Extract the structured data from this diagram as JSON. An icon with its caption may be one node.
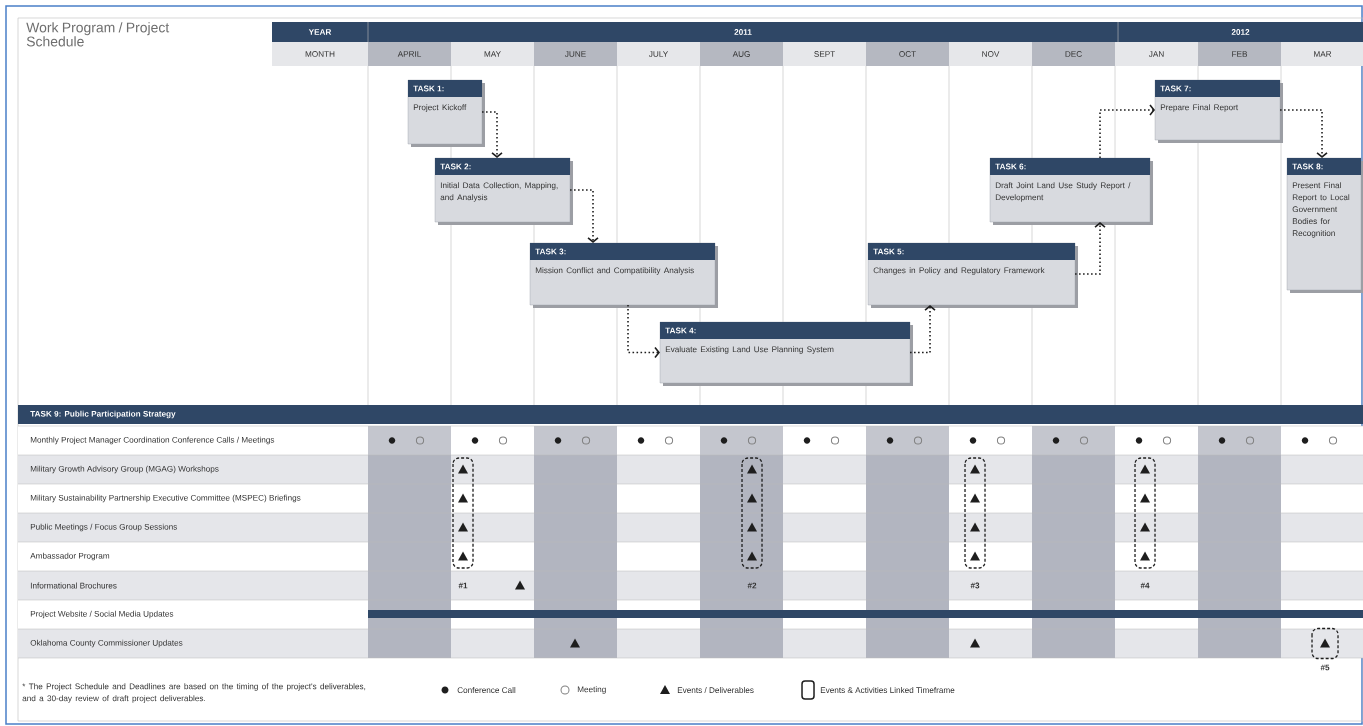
{
  "diagram": {
    "title": "Work Program / Project Schedule",
    "nodes": [
      {
        "text": [
          "TASK 1:",
          "Project Kickoff"
        ]
      },
      {
        "text": [
          "TASK 2:",
          "Initial Data Collection, Mapping, and Analysis"
        ]
      },
      {
        "text": [
          "TASK 3:",
          "Mission Conflict and Compatibility Analysis"
        ]
      },
      {
        "text": [
          "TASK 4:",
          "Evaluate Existing Land Use Planning System"
        ]
      },
      {
        "text": [
          "TASK 5:",
          "Changes in Policy and Regulatory Framework"
        ]
      },
      {
        "text": [
          "TASK 6:",
          "Draft Joint Land Use Study Report / Development"
        ]
      },
      {
        "text": [
          "TASK 7:",
          "Prepare Final Report"
        ]
      },
      {
        "text": [
          "TASK 8:",
          "Present Final Report to Local Government Bodies for Recognition"
        ]
      }
    ],
    "edges": [
      {
        "from": 0,
        "to": 1,
        "arrow": "to",
        "style": "dashed"
      },
      {
        "from": 1,
        "to": 2,
        "arrow": "to",
        "style": "dashed"
      },
      {
        "from": 2,
        "to": 3,
        "arrow": "to",
        "style": "dashed"
      },
      {
        "from": 3,
        "to": 4,
        "arrow": "to",
        "style": "dashed"
      },
      {
        "from": 4,
        "to": 5,
        "arrow": "to",
        "style": "dashed"
      },
      {
        "from": 5,
        "to": 6,
        "arrow": "to",
        "style": "dashed"
      },
      {
        "from": 6,
        "to": 7,
        "arrow": "to",
        "style": "dashed"
      }
    ],
    "labels": [
      "YEAR",
      "2011",
      "2012",
      "MONTH",
      "APRIL",
      "MAY",
      "JUNE",
      "JULY",
      "AUG",
      "SEPT",
      "OCT",
      "NOV",
      "DEC",
      "JAN",
      "FEB",
      "MAR",
      "TASK 9: Public Participation Strategy",
      "Monthly Project Manager Coordination Conference Calls / Meetings",
      "Military Growth Advisory Group (MGAG) Workshops",
      "Military Sustainability Partnership Executive Committee (MSPEC) Briefings",
      "Public Meetings / Focus Group Sessions",
      "Ambassador Program",
      "Informational Brochures",
      "Project Website / Social Media Updates",
      "Oklahoma County Commissioner Updates",
      "#1",
      "#2",
      "#3",
      "#4",
      "#5",
      "* The Project Schedule and Deadlines are based on the timing of the project's deliverables, and a 30-day review of draft project deliverables."
    ],
    "legend": [
      {
        "text": "Conference Call"
      },
      {
        "text": "Meeting"
      },
      {
        "text": "Events / Deliverables"
      },
      {
        "text": "Events & Activities Linked Timeframe"
      }
    ]
  }
}
